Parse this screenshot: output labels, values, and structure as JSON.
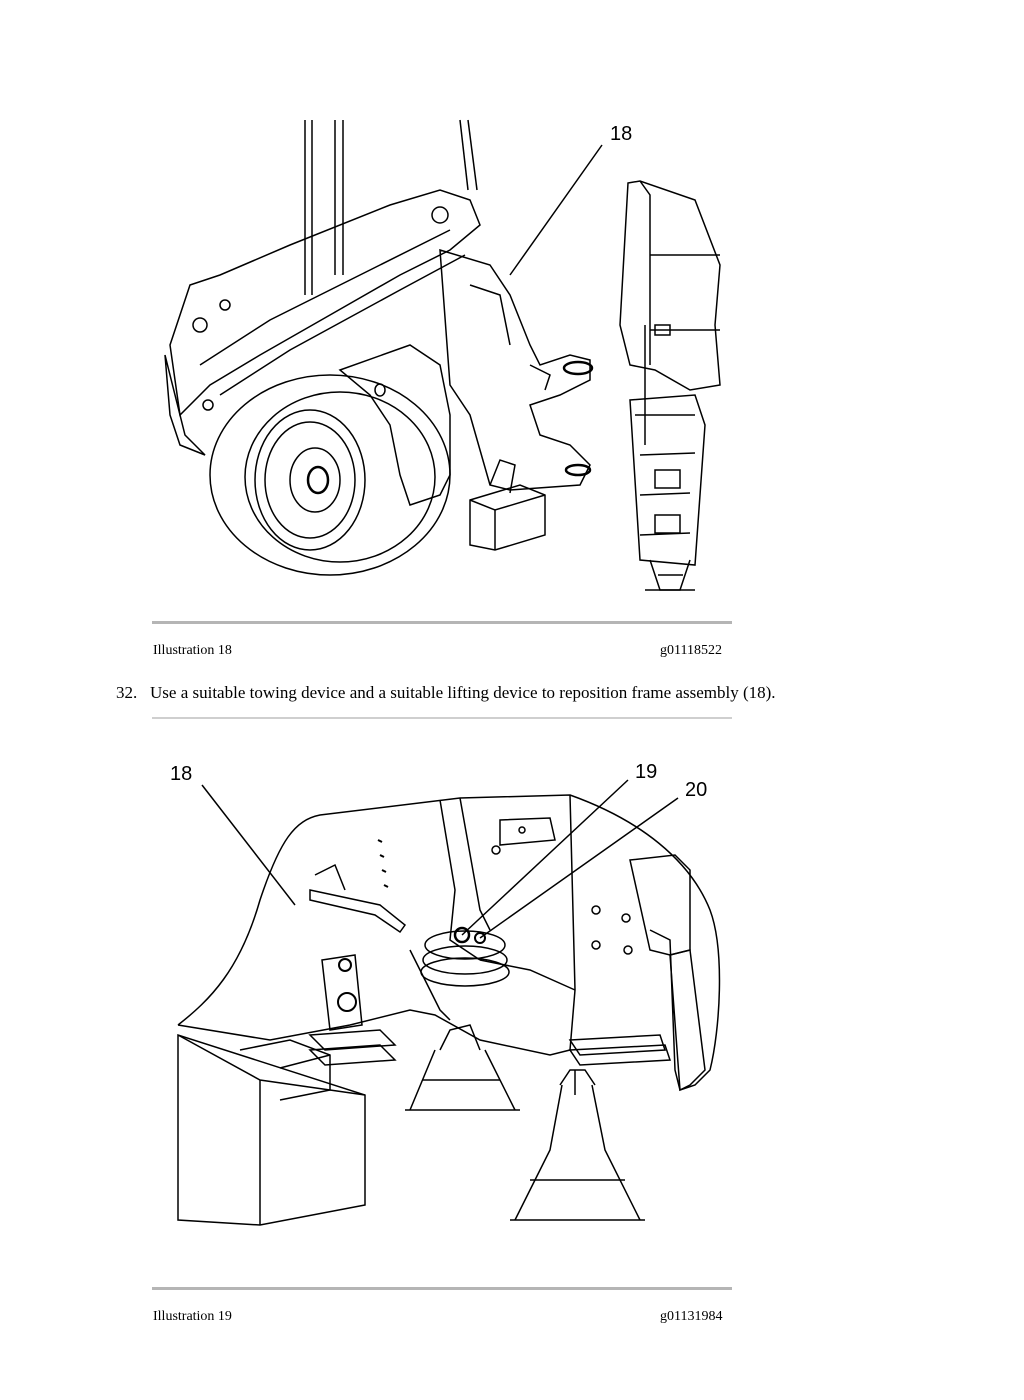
{
  "figures": [
    {
      "callouts": [
        "18"
      ],
      "caption_label": "Illustration 18",
      "caption_id": "g01118522"
    },
    {
      "callouts": [
        "18",
        "19",
        "20"
      ],
      "caption_label": "Illustration 19",
      "caption_id": "g01131984"
    }
  ],
  "step": {
    "number": "32.",
    "text": "Use a suitable towing device and a suitable lifting device to reposition frame assembly (18)."
  }
}
